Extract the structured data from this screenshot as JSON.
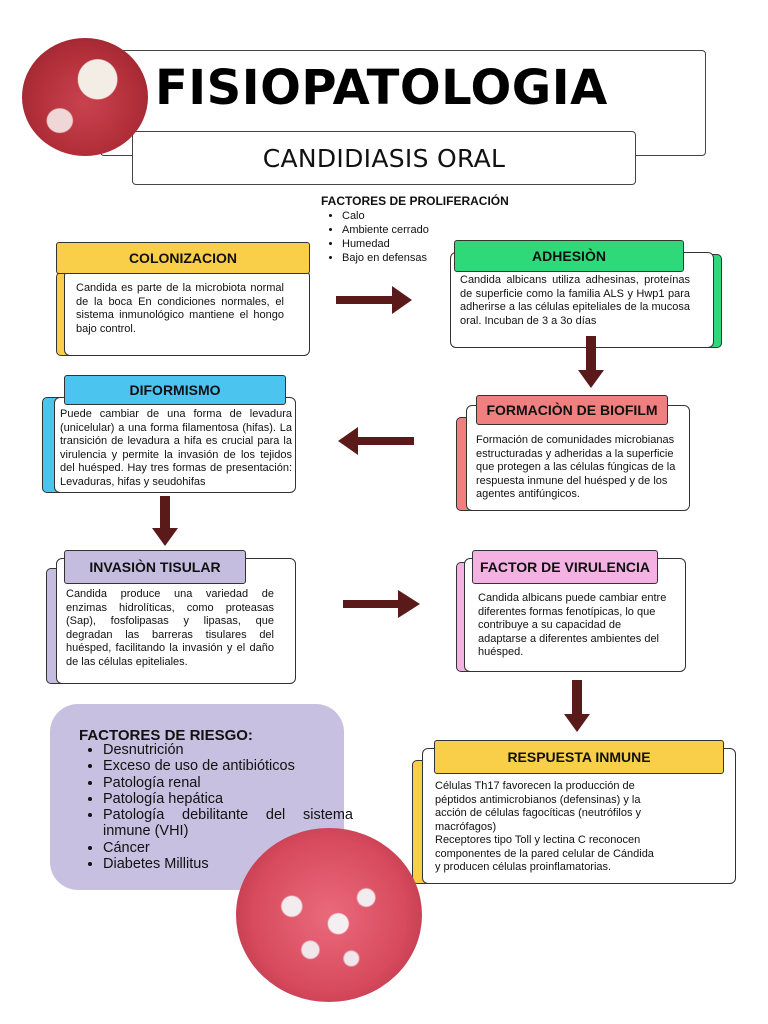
{
  "header": {
    "title": "FISIOPATOLOGIA",
    "subtitle": "CANDIDIASIS ORAL"
  },
  "factors": {
    "title": "FACTORES DE PROLIFERACIÓN",
    "items": [
      "Calo",
      "Ambiente cerrado",
      "Humedad",
      "Bajo en defensas"
    ]
  },
  "cards": {
    "colonizacion": {
      "label": "COLONIZACION",
      "text": "Candida es parte de la microbiota normal de la boca En condiciones normales, el sistema inmunológico mantiene el hongo bajo control.",
      "color": "#f9cf49"
    },
    "adhesion": {
      "label": "ADHESIÒN",
      "text": "Candida albicans utiliza adhesinas, proteínas de superficie como la familia ALS y Hwp1 para adherirse a las células epiteliales de la mucosa oral. Incuban de 3 a 3o días",
      "color": "#2fd97a"
    },
    "diformismo": {
      "label": "DIFORMISMO",
      "text": "Puede cambiar de una forma de levadura (unicelular) a una forma filamentosa (hifas). La transición de levadura a hifa es crucial para la virulencia y permite la invasión de los tejidos del huésped. Hay tres formas de presentación: Levaduras, hifas y seudohifas",
      "color": "#4cc4f0"
    },
    "biofilm": {
      "label": "FORMACIÒN DE BIOFILM",
      "text": "Formación de comunidades microbianas estructuradas y adheridas a la superficie que protegen a las células fúngicas de la respuesta inmune del huésped y de los agentes antifúngicos.",
      "color": "#f07f7f"
    },
    "invasion": {
      "label": "INVASIÒN TISULAR",
      "text": "Candida produce una variedad de enzimas hidrolíticas, como proteasas (Sap), fosfolipasas y lipasas, que degradan las barreras tisulares del huésped, facilitando la invasión y el daño de las células epiteliales.",
      "color": "#c5bde0"
    },
    "virulencia": {
      "label": "FACTOR DE VIRULENCIA",
      "text": "Candida albicans puede cambiar entre diferentes formas fenotípicas, lo que contribuye a su capacidad de adaptarse a diferentes ambientes del huésped.",
      "color": "#f4b2e2"
    },
    "respuesta": {
      "label": "RESPUESTA INMUNE",
      "text1": "Células Th17 favorecen la producción de péptidos antimicrobianos (defensinas) y la acción de células fagocíticas (neutrófilos y macrófagos)",
      "text2": "Receptores tipo Toll y lectina C reconocen componentes de la pared celular de Cándida y producen células proinflamatorias.",
      "color": "#f9cf49"
    }
  },
  "risk": {
    "title": "FACTORES DE RIESGO:",
    "items": [
      "Desnutrición",
      "Exceso de uso de antibióticos",
      "Patología renal",
      "Patología hepática",
      "Patología debilitante del sistema inmune (VHI)",
      "Cáncer",
      "Diabetes Millitus"
    ],
    "color": "#c8c0e0"
  },
  "arrow_color": "#5a1a1a"
}
